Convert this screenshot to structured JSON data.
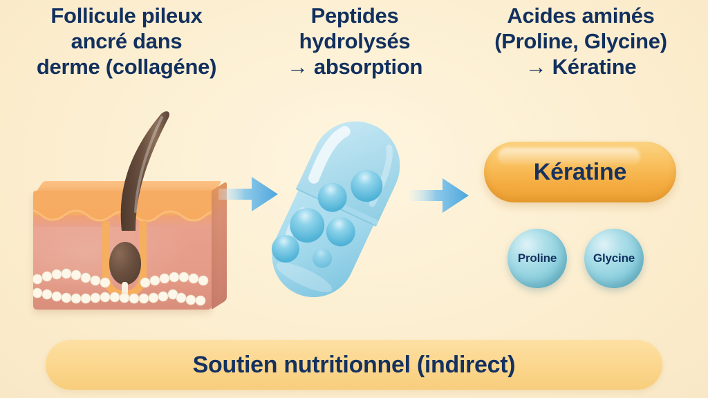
{
  "background_color": "#fcefd1",
  "accent_colors": {
    "heading_text": "#12305e",
    "arrow_blue": "#4da6dd",
    "capsule_blue": "#bfe4f0",
    "granule_blue": "#6ec4e0",
    "keratine_orange": "#f7b94e",
    "sphere_blue": "#9fd6e3",
    "banner_gold": "#fad98e",
    "epidermis_orange": "#f5a95c",
    "dermis_pink": "#e8a08c",
    "hair_brown": "#5c4438",
    "collagen_cream": "#fdf6e8"
  },
  "headings": [
    {
      "id": "follicle",
      "text": "Follicule pileux\nancré dans\nderme (collagéne)"
    },
    {
      "id": "peptides",
      "text": "Peptides\nhydrolysés\n→ absorption"
    },
    {
      "id": "amino-acids",
      "text": "Acides aminés\n(Proline, Glycine)\n→ Kératine"
    }
  ],
  "stage_one": {
    "icon_name": "skin-cross-section-with-hair-follicle",
    "layers": [
      "epidermis",
      "dermis"
    ],
    "features": [
      "hair-shaft",
      "hair-bulb",
      "follicle-sheath",
      "collagen-fibers"
    ]
  },
  "stage_two": {
    "icon_name": "supplement-capsule",
    "granule_count": 6
  },
  "stage_three": {
    "keratine_label": "Kératine",
    "amino_acids": [
      {
        "id": "proline",
        "label": "Proline"
      },
      {
        "id": "glycine",
        "label": "Glycine"
      }
    ]
  },
  "arrows": [
    {
      "id": "arrow-follicle-to-capsule",
      "direction": "right"
    },
    {
      "id": "arrow-capsule-to-keratine",
      "direction": "right"
    }
  ],
  "bottom_banner": {
    "label": "Soutien nutritionnel (indirect)"
  }
}
